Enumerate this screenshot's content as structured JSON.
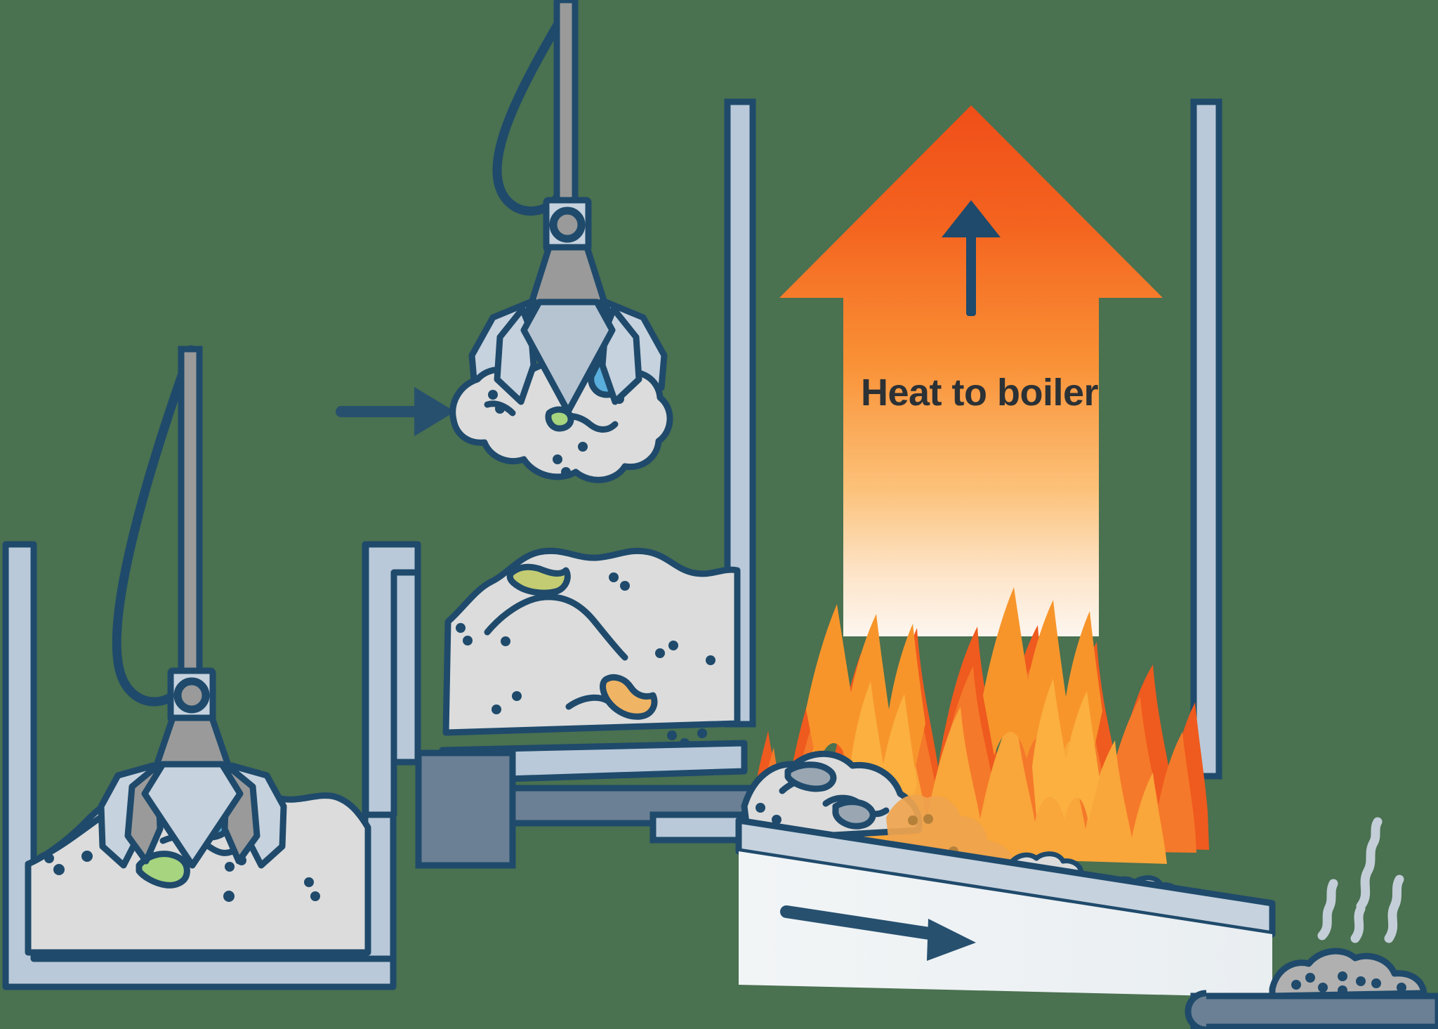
{
  "diagram": {
    "title": "Waste-to-energy incineration process",
    "background_color": "#4a7150",
    "labels": {
      "heat_to_boiler": "Heat to boiler"
    },
    "palette": {
      "outline_navy": "#1f4a6b",
      "outline_navy_dark": "#1d4a68",
      "steel_light": "#b9c9d9",
      "steel_mid": "#8a9fb4",
      "steel_dark": "#6b8095",
      "metal_gray": "#9a9a9a",
      "metal_gray_dark": "#8c8c8c",
      "waste_gray": "#dcdcdc",
      "waste_gray_dark": "#c9c9c9",
      "ash_gray": "#b0b0b0",
      "plastic_blue": "#5aaedb",
      "plastic_green": "#a6d47f",
      "plastic_olive": "#c3cc72",
      "plastic_orange": "#efb464",
      "flame_deep": "#ef5a1e",
      "flame_mid": "#f5792a",
      "flame_orange": "#f7952b",
      "flame_amber": "#f9a63a",
      "flame_light": "#fbb040",
      "arrow_top": "#f15a22",
      "arrow_bottom": "#fdbe5b",
      "label_text": "#2b3135",
      "white_panel": "#f7f8f8",
      "steam": "#c3ced8"
    },
    "elements": [
      {
        "name": "waste-bunker-left",
        "kind": "container",
        "contents": "municipal solid waste pile"
      },
      {
        "name": "crane-grab-open",
        "kind": "machine",
        "state": "open / lowered into bunker"
      },
      {
        "name": "transfer-arrow",
        "kind": "arrow",
        "direction": "right"
      },
      {
        "name": "crane-grab-closed",
        "kind": "machine",
        "state": "closed / carrying waste"
      },
      {
        "name": "feed-hopper",
        "kind": "container",
        "contents": "waste charge awaiting ram"
      },
      {
        "name": "ram-feeder",
        "kind": "machine",
        "state": "pushing waste onto grate"
      },
      {
        "name": "combustion-chamber",
        "kind": "chamber",
        "contents": "burning waste bed"
      },
      {
        "name": "moving-grate",
        "kind": "conveyor",
        "direction": "right / downward slope"
      },
      {
        "name": "heat-arrow",
        "kind": "arrow",
        "direction": "up",
        "label": "Heat to boiler"
      },
      {
        "name": "ash-discharge",
        "kind": "conveyor",
        "contents": "bottom ash pile with steam"
      }
    ],
    "flows": [
      {
        "from": "waste-bunker-left",
        "to": "crane-grab-closed",
        "via": "transfer-arrow"
      },
      {
        "from": "feed-hopper",
        "to": "combustion-chamber",
        "via": "ram-feeder"
      },
      {
        "from": "combustion-chamber",
        "to": "boiler",
        "via": "heat-arrow"
      },
      {
        "from": "moving-grate",
        "to": "ash-discharge",
        "via": "grate travel"
      }
    ]
  }
}
